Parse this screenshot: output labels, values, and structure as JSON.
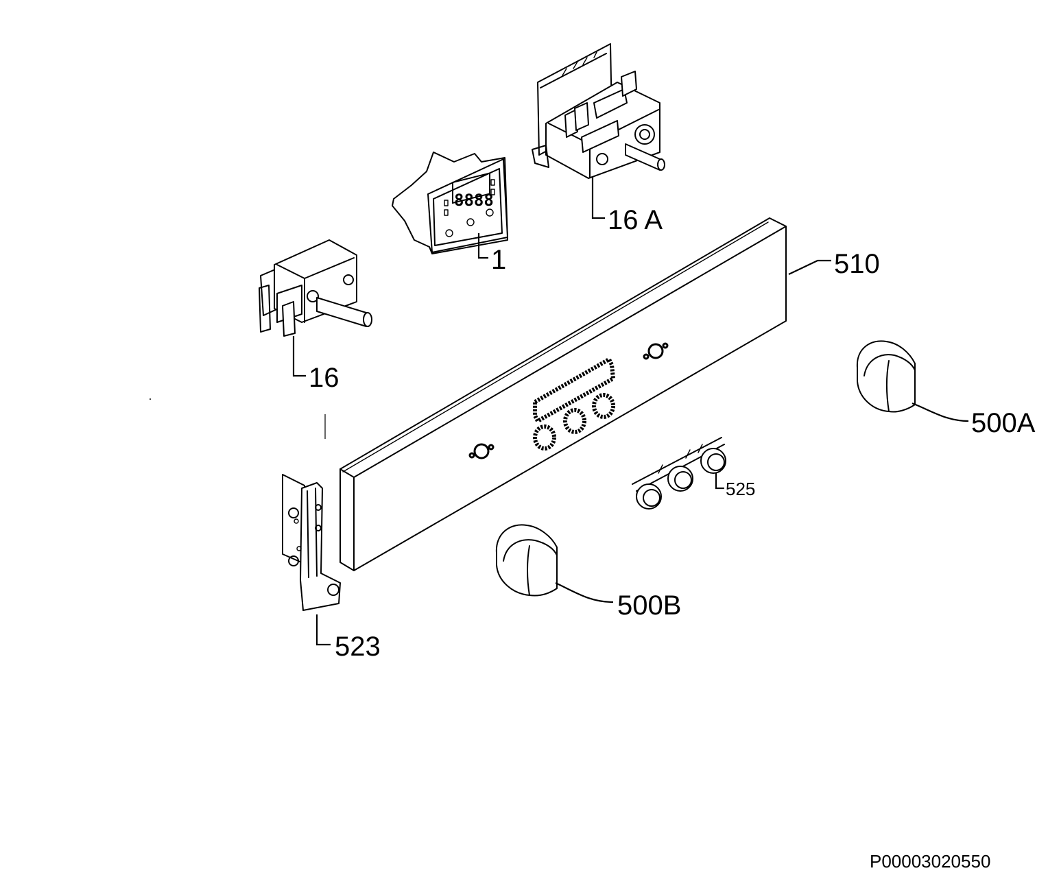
{
  "diagram": {
    "labels": {
      "p1": "1",
      "p16": "16",
      "p16a": "16 A",
      "p510": "510",
      "p500a": "500A",
      "p500b": "500B",
      "p523": "523",
      "p525": "525"
    },
    "drawing_code": "P00003020550"
  }
}
